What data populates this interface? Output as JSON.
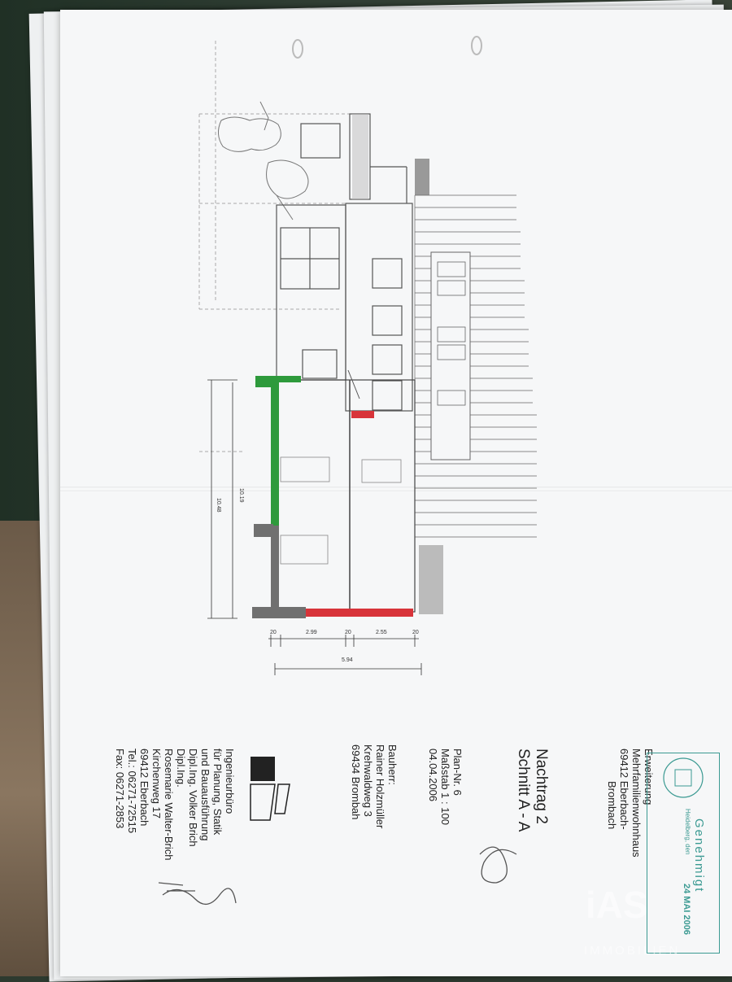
{
  "titleblock": {
    "project_line1": "Erweiterung",
    "project_line2": "Mehrfamilienwohnhaus",
    "project_line3": "69412 Eberbach-",
    "project_line4": "Brombach",
    "nachtrag": "Nachtrag 2",
    "schnitt": "Schnitt A - A",
    "plan_nr": "Plan-Nr. 6",
    "massstab": "Maßstab  1 : 100",
    "datum": "04.04.2006",
    "bauherr_label": "Bauherr:",
    "bauherr_name": "Rainer Holzmüller",
    "bauherr_street": "Krehwaldweg 3",
    "bauherr_city": "69434 Brombah",
    "office_line1": "Ingenieurbüro",
    "office_line2": "für Planung, Statik",
    "office_line3": "und Bauausführung",
    "office_line4": "Dipl.Ing. Volker Brich",
    "office_line5": "Dipl.Ing.",
    "office_line6": "Rosemarie Walter-Brich",
    "office_line7": "Kirchenweg 17",
    "office_line8": "69412 Eberbach",
    "office_line9": "Tel.: 06271-72515",
    "office_line10": "Fax: 06271-2853"
  },
  "stamp": {
    "title": "Genehmigt",
    "date_prefix": "Heidelberg, den",
    "date": "24 MAI 2006"
  },
  "dimensions": {
    "d1": "20",
    "d2": "2.99",
    "d3": "20",
    "d4": "2.55",
    "d5": "20",
    "total": "5.94",
    "h1": "10.19",
    "h2": "10.48"
  },
  "watermark": {
    "logo": "iAS",
    "text": "IMMOBILIEN"
  },
  "colors": {
    "new_wall": "#2e9a3c",
    "demolish": "#d8343a",
    "existing": "#707070",
    "stamp": "#3b9a92"
  }
}
